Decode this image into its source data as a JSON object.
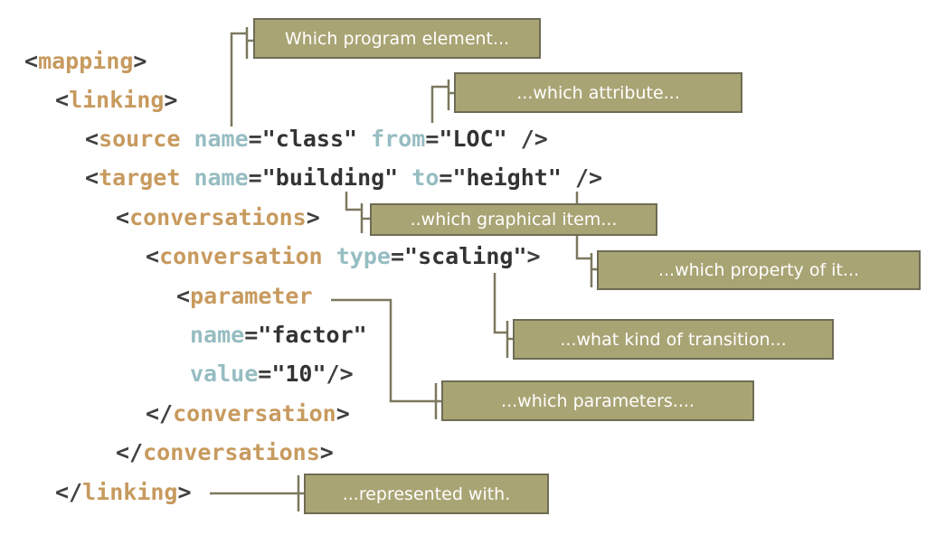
{
  "colors": {
    "bracket": "#3f3f3f",
    "tag": "#c79a5e",
    "attribute": "#96bdc2",
    "value": "#333333",
    "box_fill": "#a9a474",
    "box_border": "#6f6c55",
    "box_text": "#ffffff",
    "leader": "#7b785f"
  },
  "code_lines": [
    [
      {
        "t": "<",
        "c": "bracket"
      },
      {
        "t": "mapping",
        "c": "tag"
      },
      {
        "t": ">",
        "c": "bracket"
      }
    ],
    [
      {
        "t": "<",
        "c": "bracket"
      },
      {
        "t": "linking",
        "c": "tag"
      },
      {
        "t": ">",
        "c": "bracket"
      }
    ],
    [
      {
        "t": "<",
        "c": "bracket"
      },
      {
        "t": "source",
        "c": "tag"
      },
      {
        "t": " ",
        "c": "bracket"
      },
      {
        "t": "name",
        "c": "attribute"
      },
      {
        "t": "=",
        "c": "bracket"
      },
      {
        "t": "\"class\"",
        "c": "value"
      },
      {
        "t": " ",
        "c": "bracket"
      },
      {
        "t": "from",
        "c": "attribute"
      },
      {
        "t": "=",
        "c": "bracket"
      },
      {
        "t": "\"LOC\"",
        "c": "value"
      },
      {
        "t": " />",
        "c": "bracket"
      }
    ],
    [
      {
        "t": "<",
        "c": "bracket"
      },
      {
        "t": "target",
        "c": "tag"
      },
      {
        "t": " ",
        "c": "bracket"
      },
      {
        "t": "name",
        "c": "attribute"
      },
      {
        "t": "=",
        "c": "bracket"
      },
      {
        "t": "\"building\"",
        "c": "value"
      },
      {
        "t": " ",
        "c": "bracket"
      },
      {
        "t": "to",
        "c": "attribute"
      },
      {
        "t": "=",
        "c": "bracket"
      },
      {
        "t": "\"height\"",
        "c": "value"
      },
      {
        "t": " />",
        "c": "bracket"
      }
    ],
    [
      {
        "t": "<",
        "c": "bracket"
      },
      {
        "t": "conversations",
        "c": "tag"
      },
      {
        "t": ">",
        "c": "bracket"
      }
    ],
    [
      {
        "t": "<",
        "c": "bracket"
      },
      {
        "t": "conversation",
        "c": "tag"
      },
      {
        "t": " ",
        "c": "bracket"
      },
      {
        "t": "type",
        "c": "attribute"
      },
      {
        "t": "=",
        "c": "bracket"
      },
      {
        "t": "\"scaling\"",
        "c": "value"
      },
      {
        "t": ">",
        "c": "bracket"
      }
    ],
    [
      {
        "t": "<",
        "c": "bracket"
      },
      {
        "t": "parameter",
        "c": "tag"
      }
    ],
    [
      {
        "t": "name",
        "c": "attribute"
      },
      {
        "t": "=",
        "c": "bracket"
      },
      {
        "t": "\"factor\"",
        "c": "value"
      }
    ],
    [
      {
        "t": "value",
        "c": "attribute"
      },
      {
        "t": "=",
        "c": "bracket"
      },
      {
        "t": "\"10\"",
        "c": "value"
      },
      {
        "t": "/>",
        "c": "bracket"
      }
    ],
    [
      {
        "t": "</",
        "c": "bracket"
      },
      {
        "t": "conversation",
        "c": "tag"
      },
      {
        "t": ">",
        "c": "bracket"
      }
    ],
    [
      {
        "t": "</",
        "c": "bracket"
      },
      {
        "t": "conversations",
        "c": "tag"
      },
      {
        "t": ">",
        "c": "bracket"
      }
    ],
    [
      {
        "t": "</",
        "c": "bracket"
      },
      {
        "t": "linking",
        "c": "tag"
      },
      {
        "t": ">",
        "c": "bracket"
      }
    ]
  ],
  "callouts": {
    "program_element": "Which program element...",
    "attribute": "...which attribute...",
    "graphical_item": "..which graphical item...",
    "property": "...which property of it...",
    "transition": "...what kind of transition...",
    "parameters": "...which parameters....",
    "represented": "...represented with."
  }
}
